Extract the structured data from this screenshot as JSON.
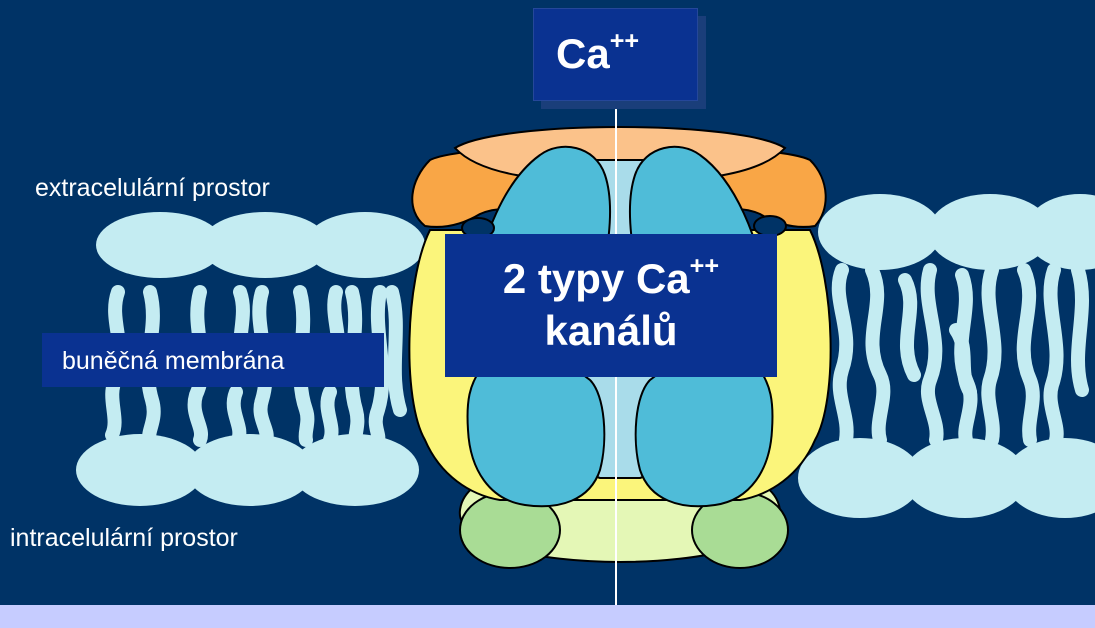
{
  "labels": {
    "extracellular": "extracelulární prostor",
    "membrane": "buněčná membrána",
    "intracellular": "intracelulární prostor"
  },
  "ion": {
    "base": "Ca",
    "charge": "++"
  },
  "title": {
    "line1_prefix": "2 typy Ca",
    "line1_charge": "++",
    "line2": "kanálů"
  },
  "colors": {
    "background": "#003366",
    "box_fill": "#0a3291",
    "lipid_head": "#c4ecf2",
    "channel_subunit": "#4fbcd8",
    "channel_pore": "#a9dcea",
    "outer_cap": "#f9a646",
    "top_cap": "#fbc28a",
    "side_wrap": "#fbf57b",
    "bottom_base": "#e4f7b6",
    "bottom_knobs": "#a9dc95",
    "bottom_band": "#c6ccff"
  }
}
